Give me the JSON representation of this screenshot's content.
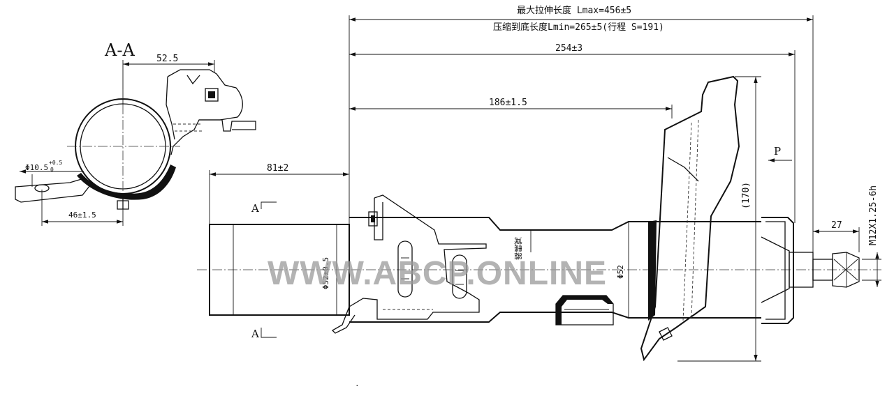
{
  "section_view": {
    "title": "A-A",
    "dim_offset": "52.5",
    "dim_hole": "Φ10.5",
    "dim_hole_tol_upper": "+0.5",
    "dim_hole_tol_lower": "0",
    "dim_bracket": "46±1.5"
  },
  "main_view": {
    "dim_lmax": "最大拉伸长度 Lmax=456±5",
    "dim_lmin": "压缩到底长度Lmin=265±5(行程 S=191)",
    "dim_254": "254±3",
    "dim_186": "186±1.5",
    "dim_81": "81±2",
    "dim_170": "(170)",
    "dim_27": "27",
    "thread": "M12X1.25-6h",
    "dia_left": "Φ52±0.5",
    "dia_right": "Φ52",
    "view_p": "P",
    "section_mark_top": "A",
    "section_mark_bottom": "A",
    "tube_label": "减震器",
    "dot": "."
  },
  "watermark": "WWW.ABCP.ONLINE"
}
